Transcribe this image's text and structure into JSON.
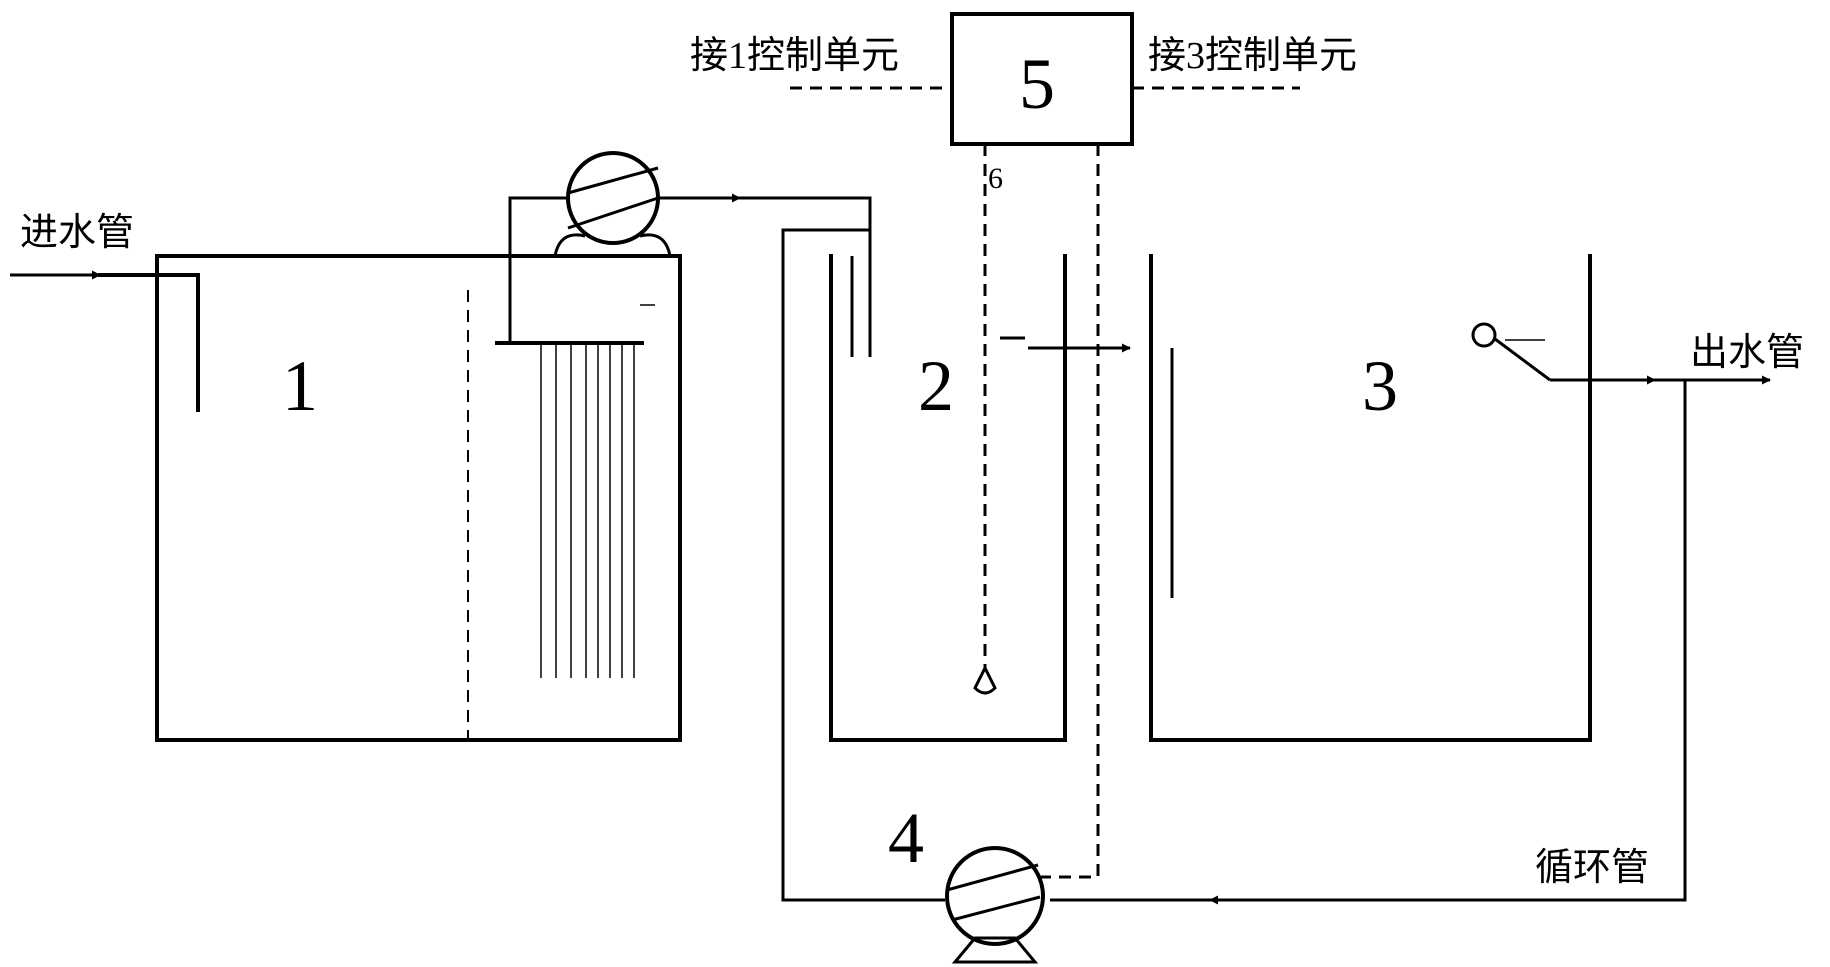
{
  "labels": {
    "inlet_pipe": "进水管",
    "outlet_pipe": "出水管",
    "circulation_pipe": "循环管",
    "connect_unit_1": "接1控制单元",
    "connect_unit_3": "接3控制单元"
  },
  "components": {
    "tank_1": "1",
    "tank_2": "2",
    "tank_3": "3",
    "pump_4": "4",
    "controller_5": "5",
    "probe_6": "6"
  }
}
